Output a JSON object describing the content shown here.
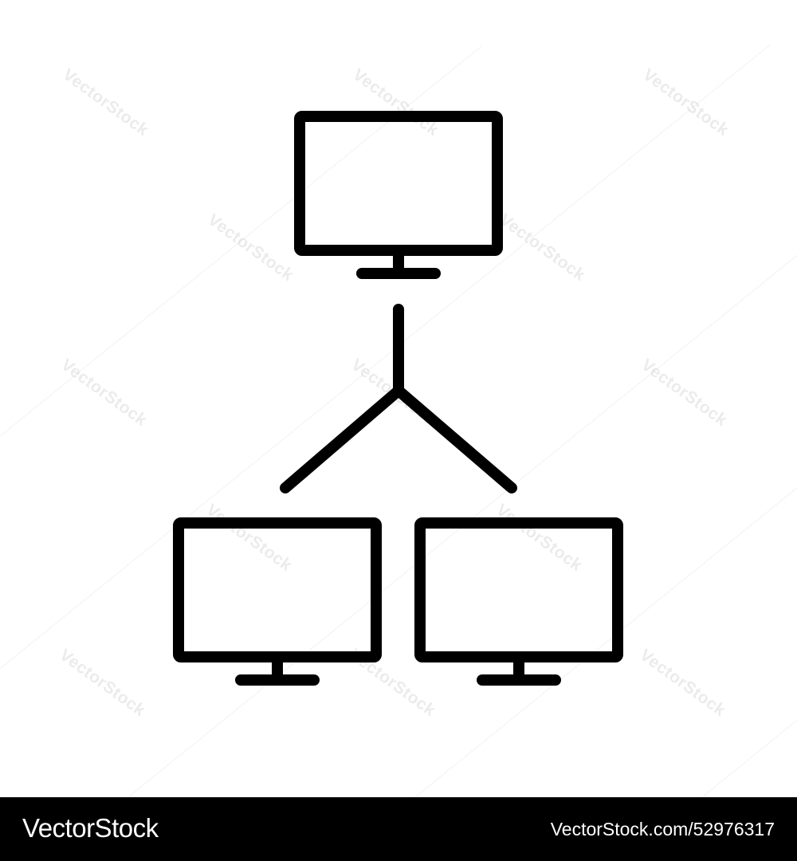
{
  "footer": {
    "brand": "VectorStock",
    "image_id": "VectorStock.com/52976317",
    "background": "#000000",
    "text_color": "#ffffff"
  },
  "watermark": {
    "text": "VectorStock",
    "color": "#cccccc"
  },
  "icon": {
    "name": "network-computers-icon",
    "stroke_color": "#000000",
    "nodes": [
      "top-monitor-icon",
      "bottom-left-monitor-icon",
      "bottom-right-monitor-icon"
    ],
    "connector": "branch-connector-icon"
  }
}
